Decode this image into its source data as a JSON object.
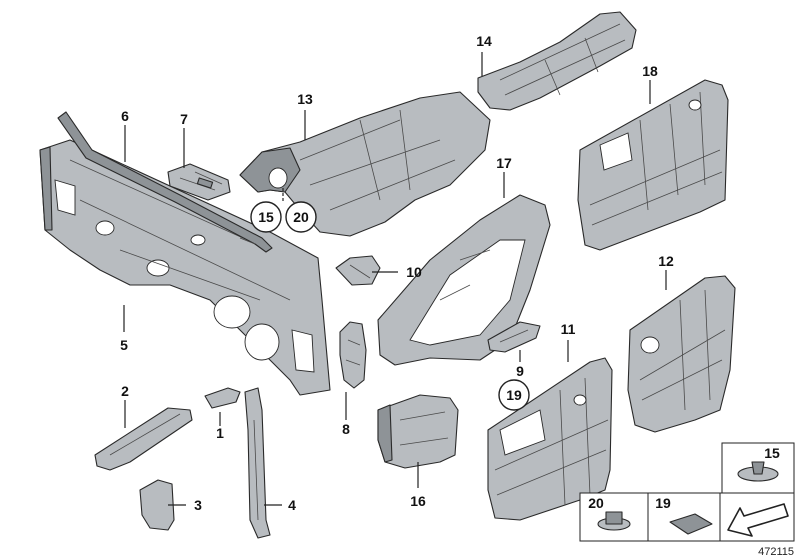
{
  "callouts": {
    "c1": "1",
    "c2": "2",
    "c3": "3",
    "c4": "4",
    "c5": "5",
    "c6": "6",
    "c7": "7",
    "c8": "8",
    "c9": "9",
    "c10": "10",
    "c11": "11",
    "c12": "12",
    "c13": "13",
    "c14": "14",
    "c15": "15",
    "c16": "16",
    "c17": "17",
    "c18": "18",
    "c19": "19",
    "c20": "20"
  },
  "inline_refs": {
    "r15": "15",
    "r20": "20",
    "r19": "19"
  },
  "legend": {
    "b15": "15",
    "b20": "20",
    "b19": "19"
  },
  "diagram_number": "472115",
  "colors": {
    "part": "#b8bcc0",
    "line": "#2a2a2a",
    "background": "#ffffff"
  }
}
